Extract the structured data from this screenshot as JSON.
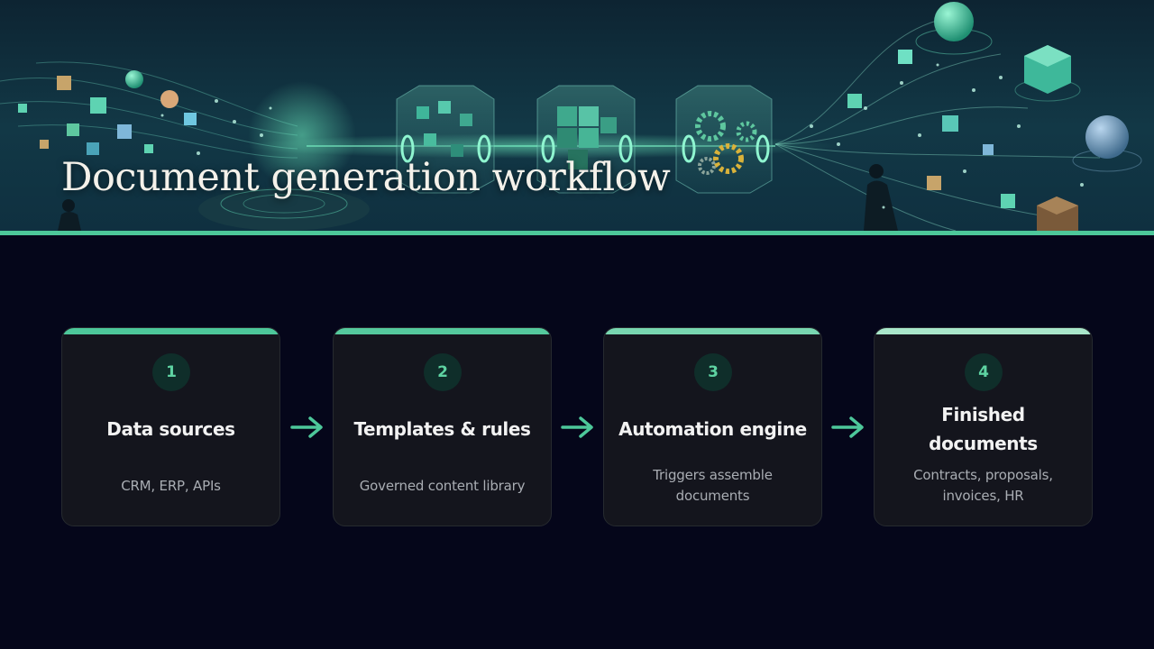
{
  "header": {
    "title": "Document generation workflow",
    "accent_color": "#4dc79a"
  },
  "steps": [
    {
      "number": "1",
      "title": "Data sources",
      "description": "CRM, ERP, APIs"
    },
    {
      "number": "2",
      "title": "Templates & rules",
      "description": "Governed content library"
    },
    {
      "number": "3",
      "title": "Automation engine",
      "description": "Triggers assemble documents"
    },
    {
      "number": "4",
      "title": "Finished documents",
      "description": "Contracts, proposals, invoices, HR"
    }
  ],
  "colors": {
    "background": "#05061a",
    "card": "#14151d",
    "accent": "#4dc79a",
    "arrow": "#4dc79a",
    "title_text": "#f2f2f2",
    "desc_text": "#a9adb3"
  },
  "icons": {
    "connector": "arrow-right-icon",
    "banner_art": "data-network-illustration"
  }
}
